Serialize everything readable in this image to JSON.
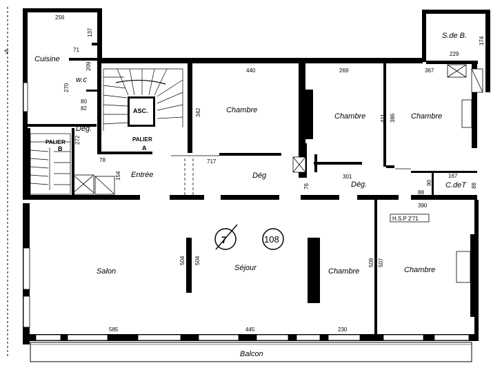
{
  "rooms": {
    "cuisine": "Cuisine",
    "wc": "w.c",
    "sdb": "S.de B.",
    "chambre1": "Chambre",
    "chambre2": "Chambre",
    "chambre3": "Chambre",
    "chambre4": "Chambre",
    "chambre5": "Chambre",
    "deg1": "Dég.",
    "deg2": "Dég",
    "deg3": "Dég.",
    "entree": "Entrée",
    "salon": "Salon",
    "sejour": "Séjour",
    "cdet": "C.deT",
    "balcon": "Balcon",
    "asc": "ASC.",
    "palier_a": "PALIER",
    "palier_a_letter": "A",
    "palier_b": "PALIER",
    "palier_b_letter": "B"
  },
  "stamps": {
    "hsp": "H.S.P 2'71",
    "number": "108",
    "compass": "7"
  },
  "dims": {
    "d256": "256",
    "d137": "137",
    "d71": "71",
    "d209": "209",
    "d270": "270",
    "d80": "80",
    "d82": "82",
    "d272": "272",
    "d78": "78",
    "d154": "154",
    "d440": "440",
    "d342": "342",
    "d717": "717",
    "d269": "269",
    "d411": "411",
    "d386": "386",
    "d367": "367",
    "d229": "229",
    "d174": "174",
    "d301": "301",
    "d76": "76",
    "d167": "167",
    "d90": "90",
    "d88a": "88",
    "d88b": "88",
    "d390": "390",
    "d504a": "504",
    "d504b": "504",
    "d508": "508",
    "d507": "507",
    "d585": "585",
    "d445": "445",
    "d230": "230"
  }
}
